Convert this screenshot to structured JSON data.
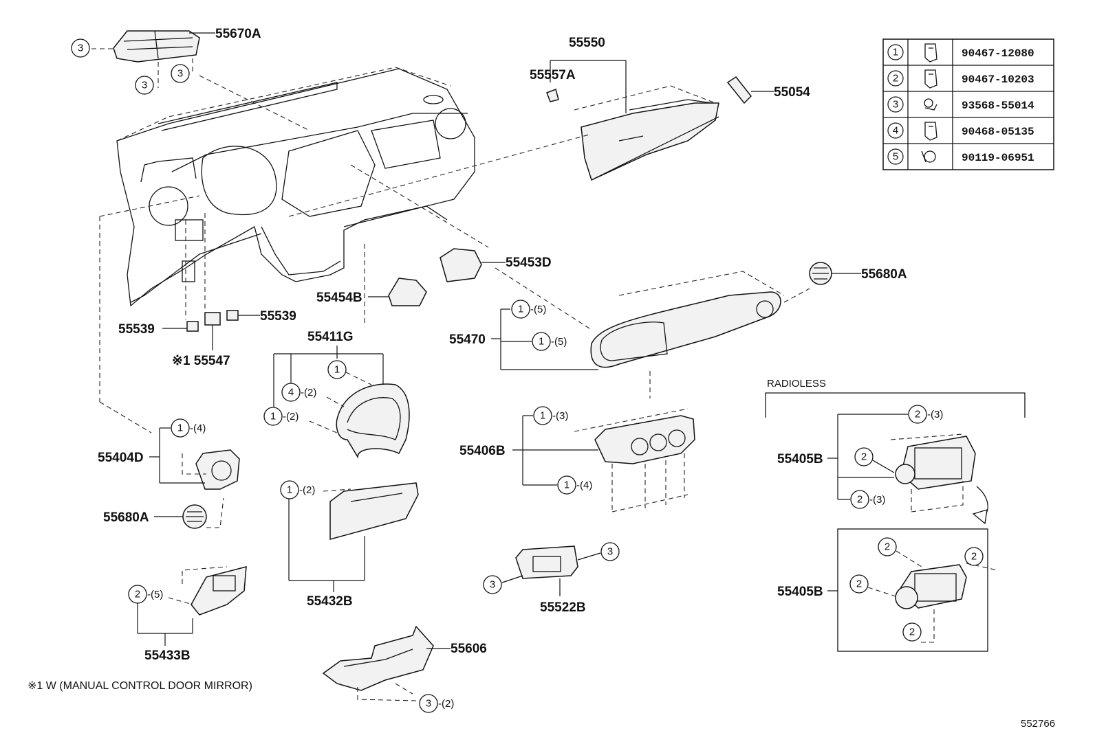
{
  "part_labels": {
    "p55670A": "55670A",
    "p55550": "55550",
    "p55557A": "55557A",
    "p55054": "55054",
    "p55453D": "55453D",
    "p55680A_right": "55680A",
    "p55454B": "55454B",
    "p55539_left": "55539",
    "p55539_right": "55539",
    "p55547": "※1 55547",
    "p55411G": "55411G",
    "p55470": "55470",
    "p55404D": "55404D",
    "p55680A_left": "55680A",
    "p55406B": "55406B",
    "p55405B_top": "55405B",
    "p55405B_bottom": "55405B",
    "p55432B": "55432B",
    "p55522B": "55522B",
    "p55433B": "55433B",
    "p55606": "55606"
  },
  "qty_notes": {
    "q55470_a": "-(5)",
    "q55470_b": "-(5)",
    "q55411G_a": "-(2)",
    "q55411G_b": "-(2)",
    "q55404D": "-(4)",
    "q55406B_a": "-(3)",
    "q55406B_b": "-(4)",
    "q55405B_a": "-(3)",
    "q55405B_b": "-(3)",
    "q55432B": "-(2)",
    "q55433B": "-(5)",
    "q55606": "-(2)"
  },
  "section_label": "RADIOLESS",
  "footnote": "※1 W (MANUAL  CONTROL  DOOR  MIRROR)",
  "diagram_id": "552766",
  "fastener_table": [
    {
      "num": "1",
      "icon": "clip-icon",
      "code": "90467-12080"
    },
    {
      "num": "2",
      "icon": "clip-icon",
      "code": "90467-10203"
    },
    {
      "num": "3",
      "icon": "screw-icon",
      "code": "93568-55014"
    },
    {
      "num": "4",
      "icon": "clip-icon",
      "code": "90468-05135"
    },
    {
      "num": "5",
      "icon": "bolt-icon",
      "code": "90119-06951"
    }
  ],
  "callouts": {
    "c1": "1",
    "c2": "2",
    "c3": "3",
    "c4": "4",
    "c5": "5"
  }
}
